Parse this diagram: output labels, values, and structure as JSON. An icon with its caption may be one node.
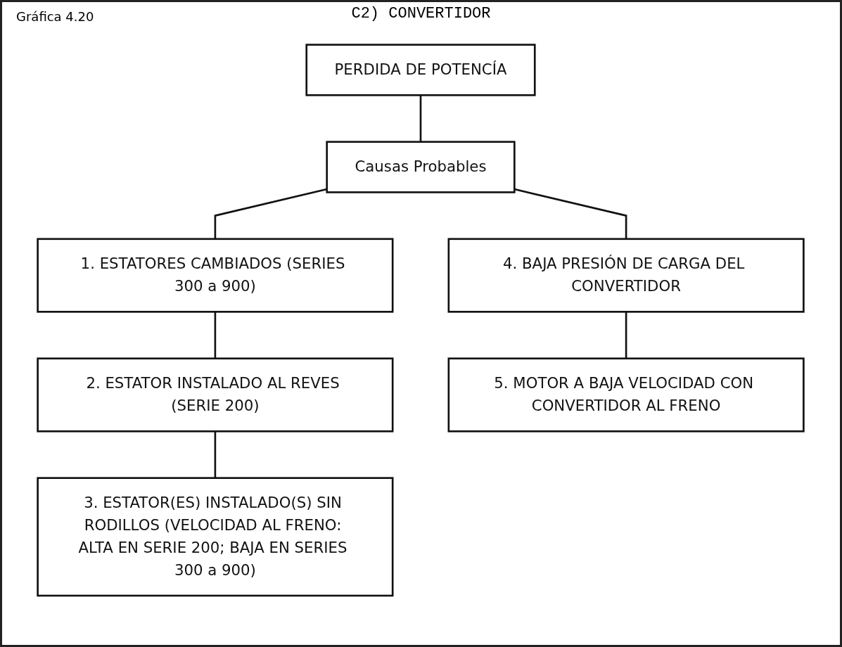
{
  "diagram": {
    "title": "C2) CONVERTIDOR",
    "nodes": [
      {
        "text": [
          "PERDIDA DE POTENCÍA"
        ]
      },
      {
        "text": [
          "Causas Probables"
        ]
      },
      {
        "text": [
          "1. ESTATORES CAMBIADOS (SERIES 300 a 900)"
        ]
      },
      {
        "text": [
          "2. ESTATOR INSTALADO AL REVES (SERIE 200)"
        ]
      },
      {
        "text": [
          "3. ESTATOR(ES) INSTALADO(S) SIN RODILLOS (VELOCIDAD AL FRENO: ALTA EN SERIE 200; BAJA EN SERIES 300 a 900)"
        ]
      },
      {
        "text": [
          "4. BAJA PRESIÓN DE CARGA DEL CONVERTIDOR"
        ]
      },
      {
        "text": [
          "5. MOTOR A BAJA VELOCIDAD CON CONVERTIDOR AL FRENO"
        ]
      }
    ],
    "edges": [
      {
        "from": 0,
        "to": 1,
        "arrow": "none"
      },
      {
        "from": 1,
        "to": 2,
        "arrow": "none"
      },
      {
        "from": 1,
        "to": 5,
        "arrow": "none"
      },
      {
        "from": 2,
        "to": 3,
        "arrow": "none"
      },
      {
        "from": 3,
        "to": 4,
        "arrow": "none"
      },
      {
        "from": 5,
        "to": 6,
        "arrow": "none"
      }
    ],
    "labels": [
      "Gráfica 4.20"
    ]
  }
}
